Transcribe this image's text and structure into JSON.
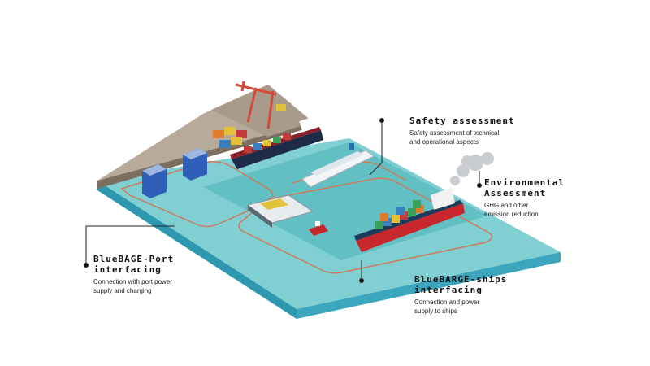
{
  "callouts": {
    "safety": {
      "title": "Safety assessment",
      "desc": "Safety assessment of technical\nand operational aspects"
    },
    "environmental": {
      "title": "Environmental\nAssessment",
      "desc": "GHG and other\nemission reduction"
    },
    "port": {
      "title": "BlueBAGE-Port\ninterfacing",
      "desc": "Connection with port power\nsupply and charging"
    },
    "ships": {
      "title": "BlueBARGE-ships\ninterfacing",
      "desc": "Connection and power\nsupply to ships"
    }
  },
  "colors": {
    "water_light": "#7fcfd3",
    "water_mid": "#5bbac0",
    "water_side": "#2e98b0",
    "quay_top": "#b7aa9b",
    "quay_side": "#7d6f60",
    "zone_line": "#d07a5a",
    "hull_red": "#c8272d"
  }
}
